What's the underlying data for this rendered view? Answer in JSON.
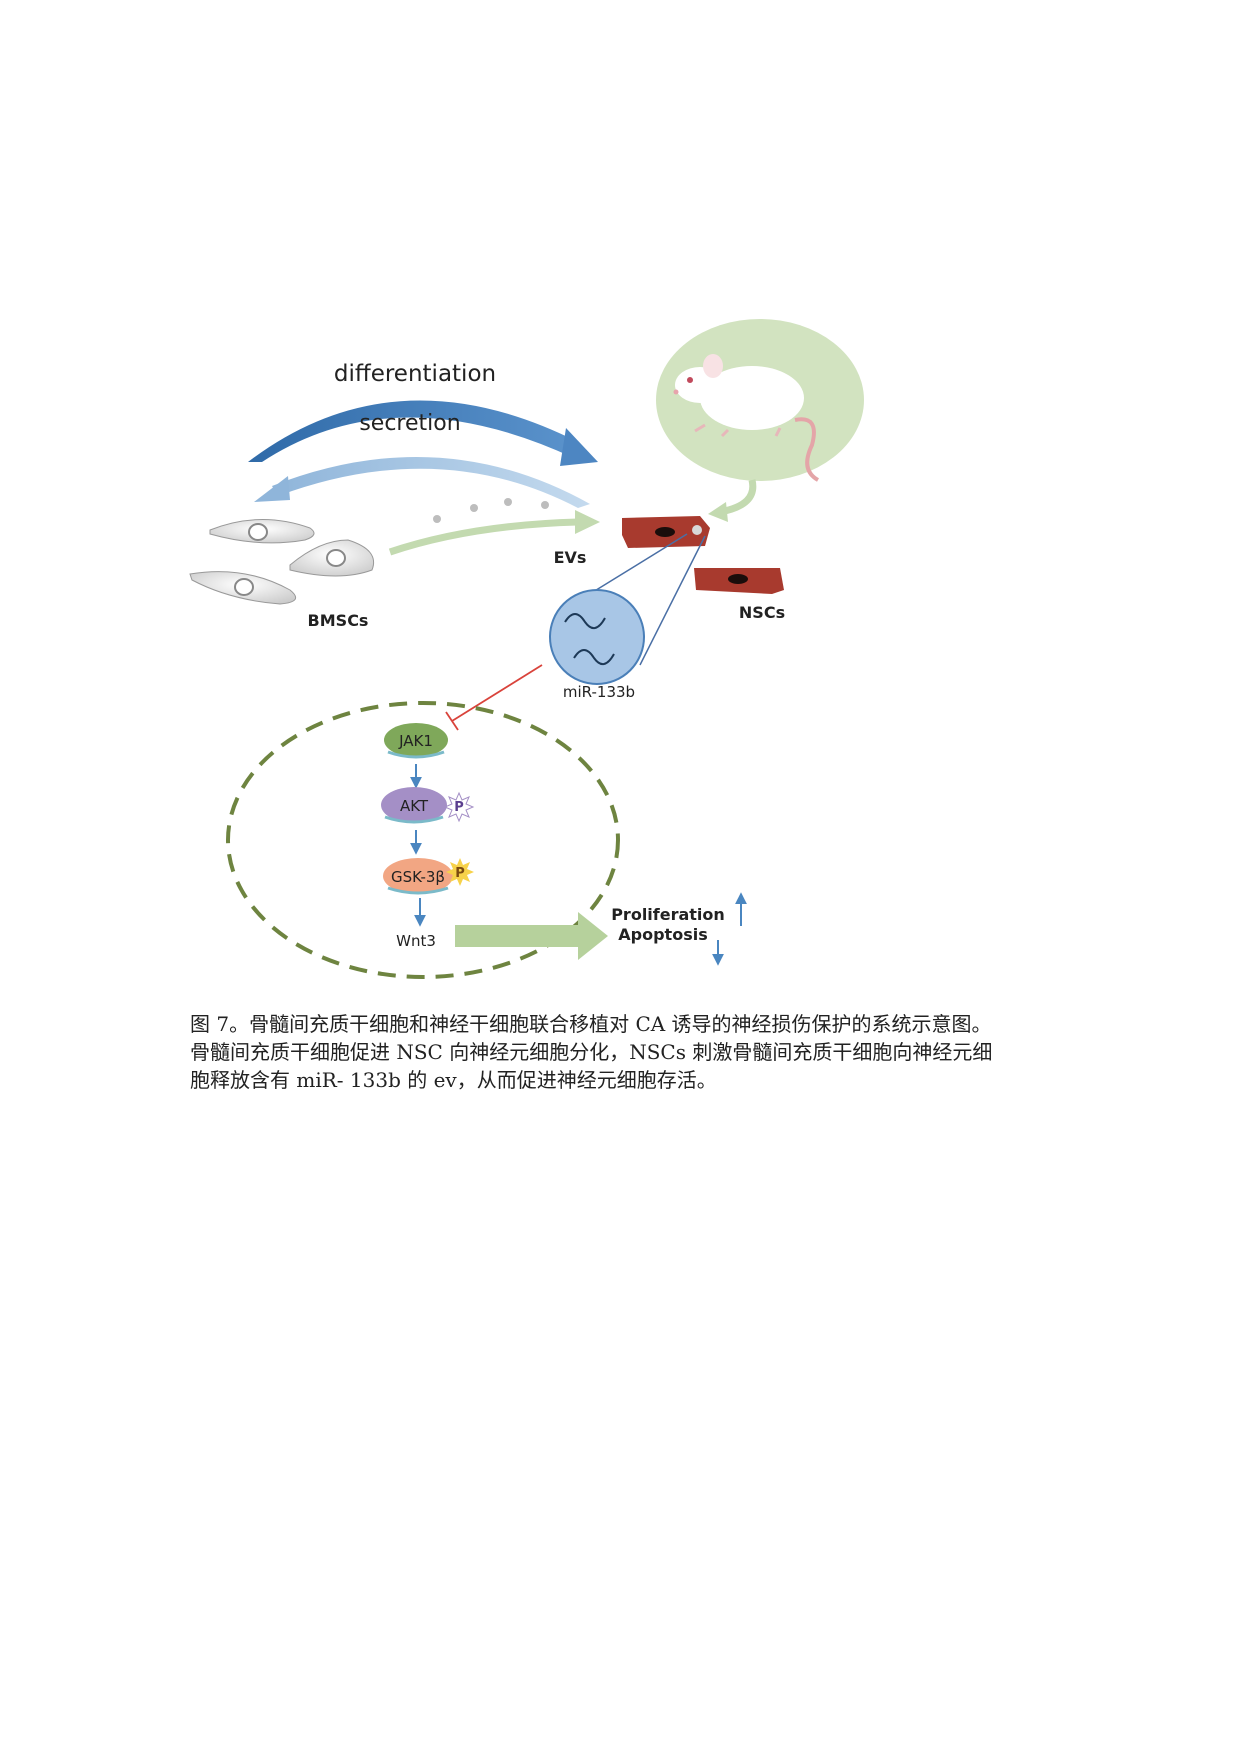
{
  "diagram": {
    "labels": {
      "differentiation": "differentiation",
      "secretion": "secretion",
      "bmscs": "BMSCs",
      "evs": "EVs",
      "nscs": "NSCs",
      "mirna": "miR-133b",
      "jak1": "JAK1",
      "akt": "AKT",
      "gsk3b": "GSK-3β",
      "phospho": "P",
      "wnt3": "Wnt3",
      "proliferation": "Proliferation",
      "apoptosis": "Apoptosis"
    },
    "colors": {
      "arrow_dark_blue": "#3f78b5",
      "arrow_light_blue": "#9bbedd",
      "green_arrow": "#c3dab0",
      "mouse_bg": "#d2e3c0",
      "nsc_red": "#a83a2e",
      "circle_blue": "#a8c6e6",
      "dashed_green": "#6e8440",
      "jak1_green": "#7fa85a",
      "akt_purple": "#a48fc6",
      "gsk_orange": "#f2a683",
      "inhibit_red": "#d9433b",
      "pathway_blue": "#4a86c0"
    }
  },
  "caption": {
    "line1": "图 7。骨髓间充质干细胞和神经干细胞联合移植对 CA 诱导的神经损伤保护的系统示意图。",
    "line2": "骨髓间充质干细胞促进 NSC 向神经元细胞分化，NSCs 刺激骨髓间充质干细胞向神经元细",
    "line3": "胞释放含有 miR- 133b 的 ev，从而促进神经元细胞存活。"
  }
}
